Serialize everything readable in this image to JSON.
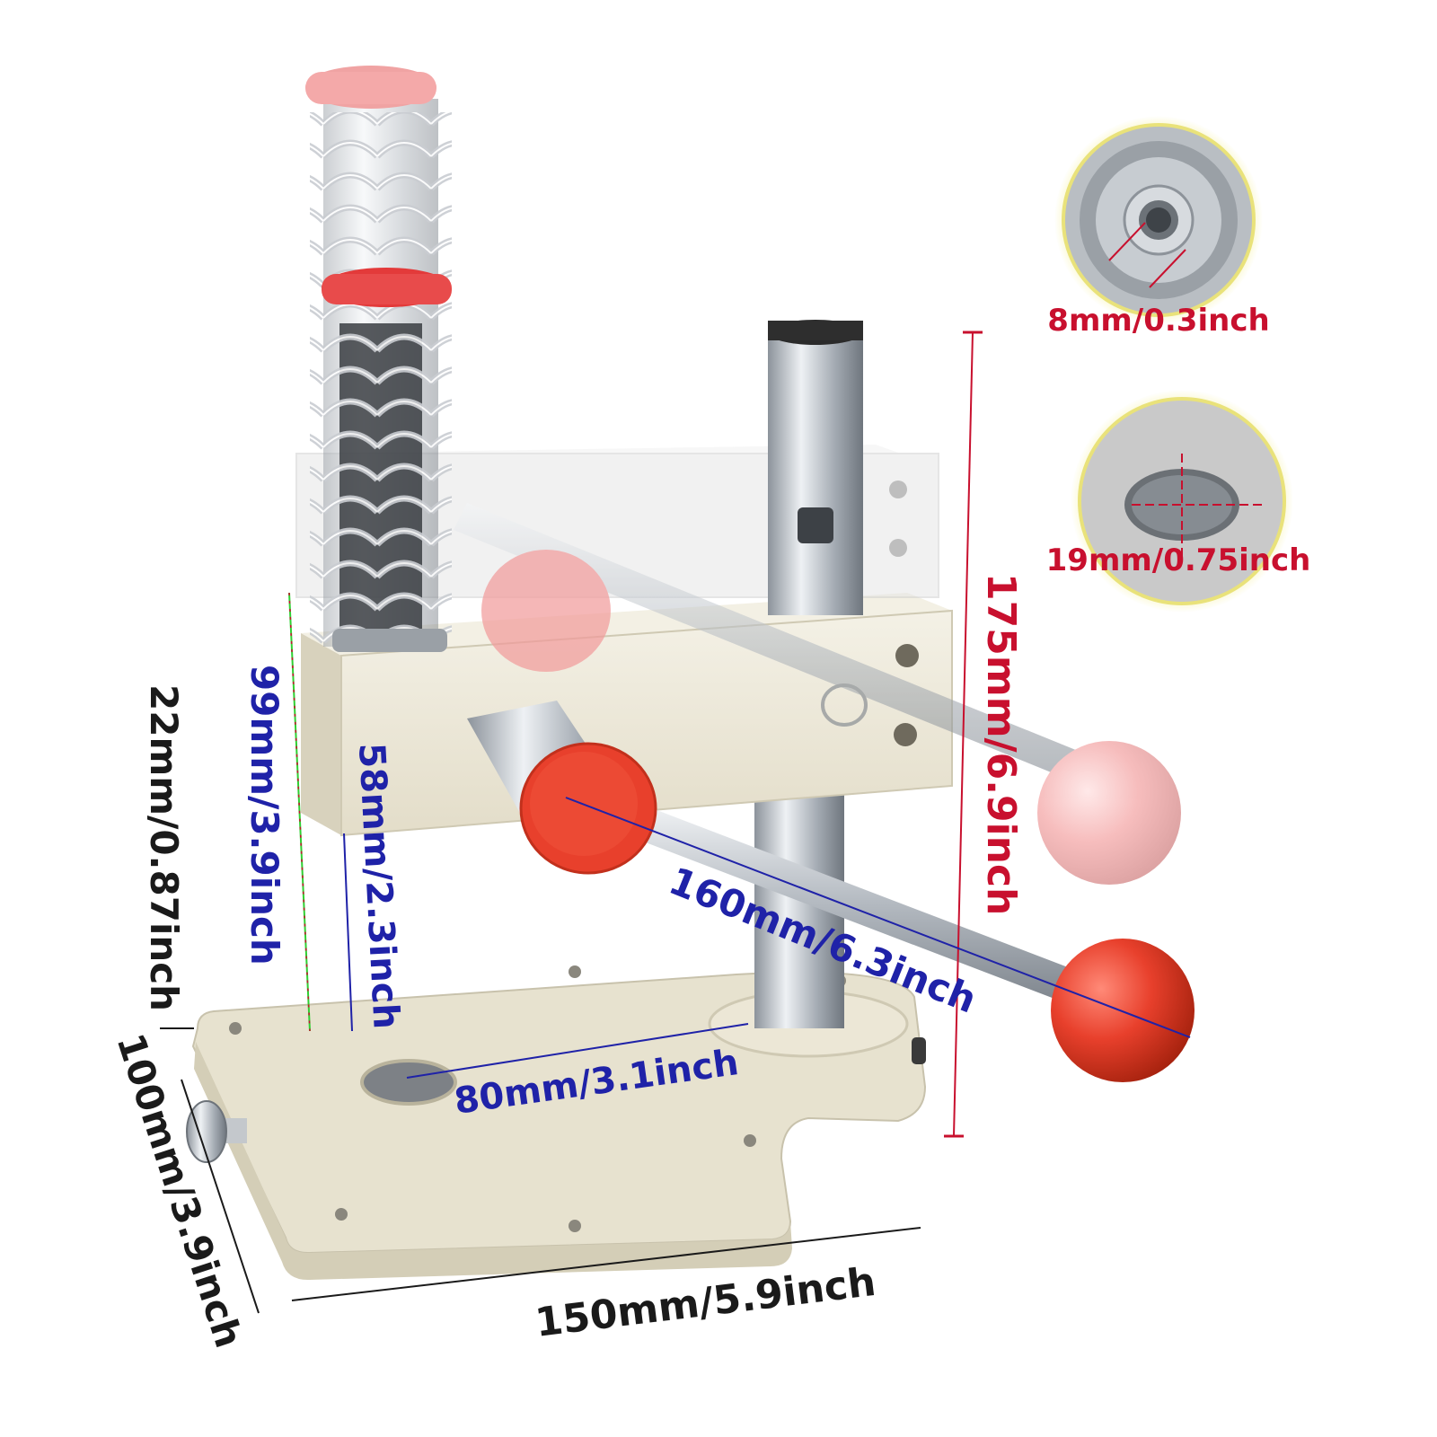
{
  "labels": {
    "thread_hole": "8mm/0.3inch",
    "die_hole": "19mm/0.75inch",
    "total_height": "175mm/6.9inch",
    "working_height": "99mm/3.9inch",
    "stroke": "58mm/2.3inch",
    "handle_length": "160mm/6.3inch",
    "throat_depth": "80mm/3.1inch",
    "base_height": "22mm/0.87inch",
    "base_depth": "100mm/3.9inch",
    "base_width": "150mm/5.9inch"
  },
  "colors": {
    "red_label": "#c8102e",
    "blue_label": "#1f22a8",
    "black_label": "#1a1a1a",
    "base_cream": "#ece7d6",
    "knob_red": "#e8402c",
    "knob_pink": "#f3a1a1",
    "steel": "#b9bec4"
  }
}
